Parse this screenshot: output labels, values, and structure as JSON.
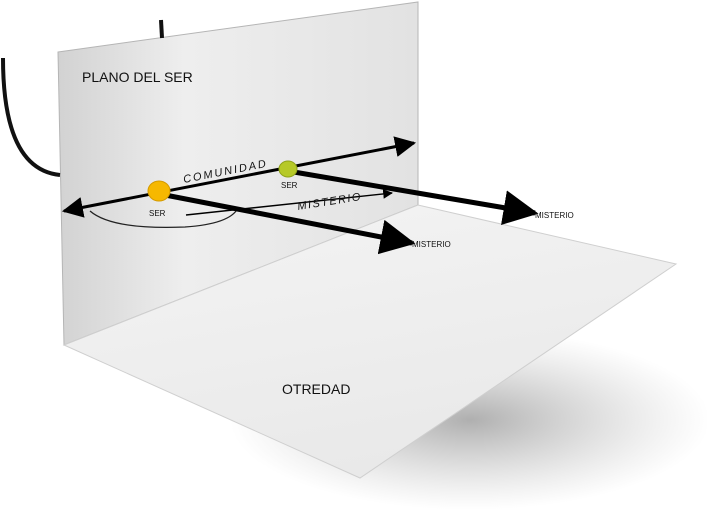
{
  "diagram": {
    "vertical_plane_label": "PLANO DEL SER",
    "floor_plane_label": "OTREDAD",
    "axis_label": "COMUNIDAD",
    "mystery_link_label": "MISTERIO",
    "being_a_label": "SER",
    "being_b_label": "SER",
    "arrow_a_label": "MISTERIO",
    "arrow_b_label": "MISTERIO"
  },
  "colors": {
    "plane_fill": "#e8e8e8",
    "plane_edge": "#b0b0b0",
    "ink": "#000000",
    "being_a": "#f6b800",
    "being_b": "#b6c928"
  }
}
